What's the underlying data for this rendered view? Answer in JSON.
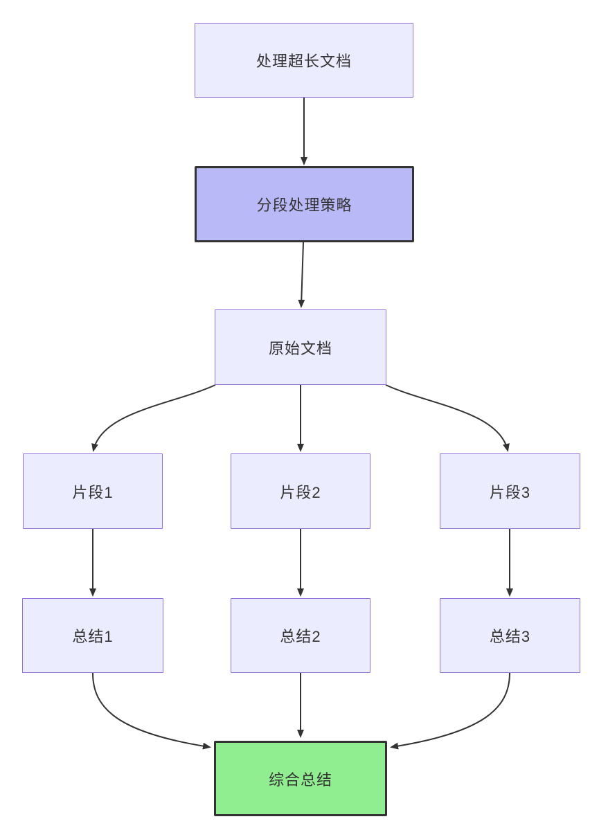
{
  "diagram": {
    "type": "flowchart",
    "direction": "top-down",
    "background": "#ffffff",
    "nodes": [
      {
        "id": "process",
        "label": "处理超长文档",
        "style": "light"
      },
      {
        "id": "strategy",
        "label": "分段处理策略",
        "style": "bold-purple"
      },
      {
        "id": "original",
        "label": "原始文档",
        "style": "light"
      },
      {
        "id": "frag1",
        "label": "片段1",
        "style": "light"
      },
      {
        "id": "frag2",
        "label": "片段2",
        "style": "light"
      },
      {
        "id": "frag3",
        "label": "片段3",
        "style": "light"
      },
      {
        "id": "sum1",
        "label": "总结1",
        "style": "light"
      },
      {
        "id": "sum2",
        "label": "总结2",
        "style": "light"
      },
      {
        "id": "sum3",
        "label": "总结3",
        "style": "light"
      },
      {
        "id": "final",
        "label": "综合总结",
        "style": "bold-green"
      }
    ],
    "edges": [
      {
        "from": "process",
        "to": "strategy"
      },
      {
        "from": "strategy",
        "to": "original"
      },
      {
        "from": "original",
        "to": "frag1"
      },
      {
        "from": "original",
        "to": "frag2"
      },
      {
        "from": "original",
        "to": "frag3"
      },
      {
        "from": "frag1",
        "to": "sum1"
      },
      {
        "from": "frag2",
        "to": "sum2"
      },
      {
        "from": "frag3",
        "to": "sum3"
      },
      {
        "from": "sum1",
        "to": "final"
      },
      {
        "from": "sum2",
        "to": "final"
      },
      {
        "from": "sum3",
        "to": "final"
      }
    ],
    "colors": {
      "node_fill": "#ECECFF",
      "node_border": "#9370DB",
      "strategy_fill": "#B9B9F8",
      "strategy_border": "#333333",
      "final_fill": "#90EE90",
      "final_border": "#333333",
      "edge_stroke": "#333333",
      "text_color": "#333333"
    }
  }
}
